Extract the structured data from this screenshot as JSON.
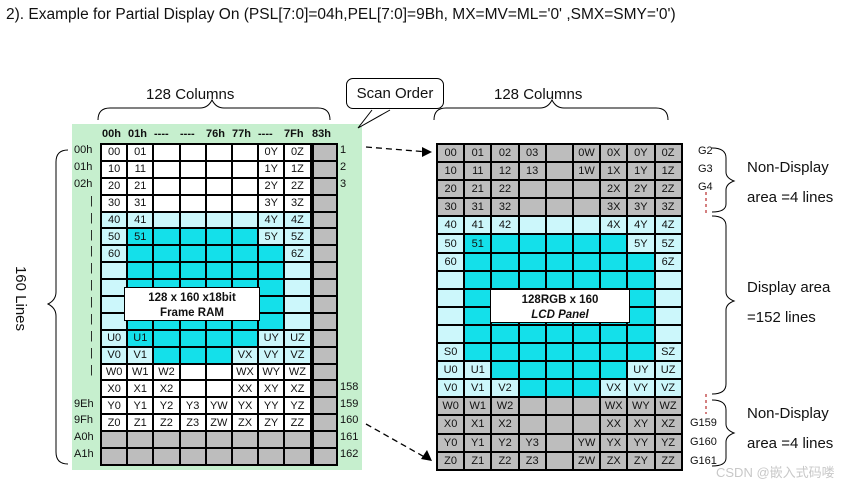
{
  "title": "2). Example for Partial Display On (PSL[7:0]=04h,PEL[7:0]=9Bh, MX=MV=ML='0' ,SMX=SMY='0')",
  "left_columns_label": "128 Columns",
  "right_columns_label": "128 Columns",
  "lines_label": "160 Lines",
  "scan_order_label": "Scan Order",
  "col_headers": [
    "00h",
    "01h",
    "----",
    "----",
    "76h",
    "77h",
    "----",
    "7Fh",
    "83h"
  ],
  "row_labels": [
    "00h",
    "01h",
    "02h",
    "|",
    "|",
    "|",
    "|",
    "|",
    "|",
    "|",
    "|",
    "|",
    "|",
    "|",
    "9Eh",
    "9Fh",
    "A0h",
    "A1h"
  ],
  "scan_numbers": [
    "1",
    "2",
    "3",
    "158",
    "159",
    "160",
    "161",
    "162"
  ],
  "frame_ram_label": [
    "128 x 160 x18bit",
    "Frame RAM"
  ],
  "lcd_panel_label": [
    "128RGB x 160",
    "LCD Panel"
  ],
  "left_grid": [
    [
      "00",
      "01",
      "",
      "",
      "",
      "",
      "0Y",
      "0Z"
    ],
    [
      "10",
      "11",
      "",
      "",
      "",
      "",
      "1Y",
      "1Z"
    ],
    [
      "20",
      "21",
      "",
      "",
      "",
      "",
      "2Y",
      "2Z"
    ],
    [
      "30",
      "31",
      "",
      "",
      "",
      "",
      "3Y",
      "3Z"
    ],
    [
      "40",
      "41",
      "",
      "",
      "",
      "",
      "4Y",
      "4Z"
    ],
    [
      "50",
      "51",
      "",
      "",
      "",
      "",
      "5Y",
      "5Z"
    ],
    [
      "60",
      "",
      "",
      "",
      "",
      "",
      "",
      "6Z"
    ],
    [
      "",
      "",
      "",
      "",
      "",
      "",
      "",
      ""
    ],
    [
      "",
      "",
      "",
      "",
      "",
      "",
      "",
      ""
    ],
    [
      "",
      "",
      "",
      "",
      "",
      "",
      "",
      ""
    ],
    [
      "",
      "",
      "",
      "",
      "",
      "",
      "",
      ""
    ],
    [
      "U0",
      "U1",
      "",
      "",
      "",
      "",
      "UY",
      "UZ"
    ],
    [
      "V0",
      "V1",
      "",
      "",
      "",
      "VX",
      "VY",
      "VZ"
    ],
    [
      "W0",
      "W1",
      "W2",
      "",
      "",
      "WX",
      "WY",
      "WZ"
    ],
    [
      "X0",
      "X1",
      "X2",
      "",
      "",
      "XX",
      "XY",
      "XZ"
    ],
    [
      "Y0",
      "Y1",
      "Y2",
      "Y3",
      "YW",
      "YX",
      "YY",
      "YZ"
    ],
    [
      "Z0",
      "Z1",
      "Z2",
      "Z3",
      "ZW",
      "ZX",
      "ZY",
      "ZZ"
    ],
    [
      "",
      "",
      "",
      "",
      "",
      "",
      "",
      ""
    ],
    [
      "",
      "",
      "",
      "",
      "",
      "",
      "",
      ""
    ]
  ],
  "right_grid": [
    [
      "00",
      "01",
      "02",
      "03",
      "",
      "0W",
      "0X",
      "0Y",
      "0Z"
    ],
    [
      "10",
      "11",
      "12",
      "13",
      "",
      "1W",
      "1X",
      "1Y",
      "1Z"
    ],
    [
      "20",
      "21",
      "22",
      "",
      "",
      "",
      "2X",
      "2Y",
      "2Z"
    ],
    [
      "30",
      "31",
      "32",
      "",
      "",
      "",
      "3X",
      "3Y",
      "3Z"
    ],
    [
      "40",
      "41",
      "42",
      "",
      "",
      "",
      "4X",
      "4Y",
      "4Z"
    ],
    [
      "50",
      "51",
      "",
      "",
      "",
      "",
      "",
      "5Y",
      "5Z"
    ],
    [
      "60",
      "",
      "",
      "",
      "",
      "",
      "",
      "",
      "6Z"
    ],
    [
      "",
      "",
      "",
      "",
      "",
      "",
      "",
      "",
      ""
    ],
    [
      "",
      "",
      "",
      "",
      "",
      "",
      "",
      "",
      ""
    ],
    [
      "",
      "",
      "",
      "",
      "",
      "",
      "",
      "",
      ""
    ],
    [
      "",
      "",
      "",
      "",
      "",
      "",
      "",
      "",
      ""
    ],
    [
      "S0",
      "",
      "",
      "",
      "",
      "",
      "",
      "",
      "SZ"
    ],
    [
      "U0",
      "U1",
      "",
      "",
      "",
      "",
      "",
      "UY",
      "UZ"
    ],
    [
      "V0",
      "V1",
      "V2",
      "",
      "",
      "",
      "VX",
      "VY",
      "VZ"
    ],
    [
      "W0",
      "W1",
      "W2",
      "",
      "",
      "",
      "WX",
      "WY",
      "WZ"
    ],
    [
      "X0",
      "X1",
      "X2",
      "",
      "",
      "",
      "XX",
      "XY",
      "XZ"
    ],
    [
      "Y0",
      "Y1",
      "Y2",
      "Y3",
      "",
      "YW",
      "YX",
      "YY",
      "YZ"
    ],
    [
      "Z0",
      "Z1",
      "Z2",
      "Z3",
      "",
      "ZW",
      "ZX",
      "ZY",
      "ZZ"
    ]
  ],
  "gate_top": [
    "G2",
    "G3",
    "G4"
  ],
  "gate_bottom": [
    "G159",
    "G160",
    "G161"
  ],
  "non_display_top": [
    "Non-Display",
    "area =4 lines"
  ],
  "display_area": [
    "Display area",
    "=152 lines"
  ],
  "non_display_bottom": [
    "Non-Display",
    "area =4 lines"
  ],
  "watermark": "CSDN @嵌入式码喽",
  "colors": {
    "panel_green": "#c6efce",
    "cyan": "#14e0ea",
    "light_cyan": "#ccf7fb",
    "gray": "#bdbdbd"
  }
}
